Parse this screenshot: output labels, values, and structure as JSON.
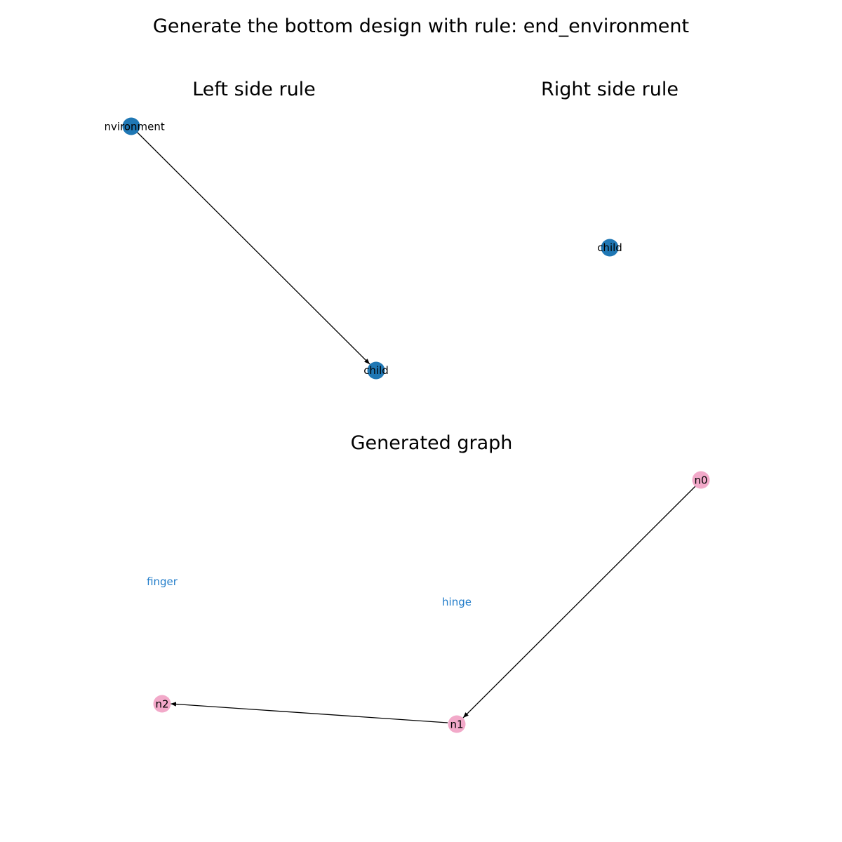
{
  "figure": {
    "title": "Generate the bottom design with rule: end_environment"
  },
  "colors": {
    "rule_node": "#1f77b4",
    "generated_node": "#f2a9c9",
    "edge": "#000000",
    "edge_label": "#1f7bc9",
    "text": "#000000"
  },
  "panels": {
    "left_rule": {
      "title": "Left side rule",
      "nodes": [
        {
          "id": "environment",
          "label": "environment"
        },
        {
          "id": "child",
          "label": "child"
        }
      ],
      "edges": [
        {
          "from": "environment",
          "to": "child"
        }
      ]
    },
    "right_rule": {
      "title": "Right side rule",
      "nodes": [
        {
          "id": "child",
          "label": "child"
        }
      ],
      "edges": []
    },
    "generated": {
      "title": "Generated graph",
      "nodes": [
        {
          "id": "n0",
          "label": "n0"
        },
        {
          "id": "n1",
          "label": "n1"
        },
        {
          "id": "n2",
          "label": "n2"
        }
      ],
      "edges": [
        {
          "from": "n0",
          "to": "n1",
          "label": "hinge"
        },
        {
          "from": "n1",
          "to": "n2",
          "label": "finger"
        }
      ]
    }
  }
}
